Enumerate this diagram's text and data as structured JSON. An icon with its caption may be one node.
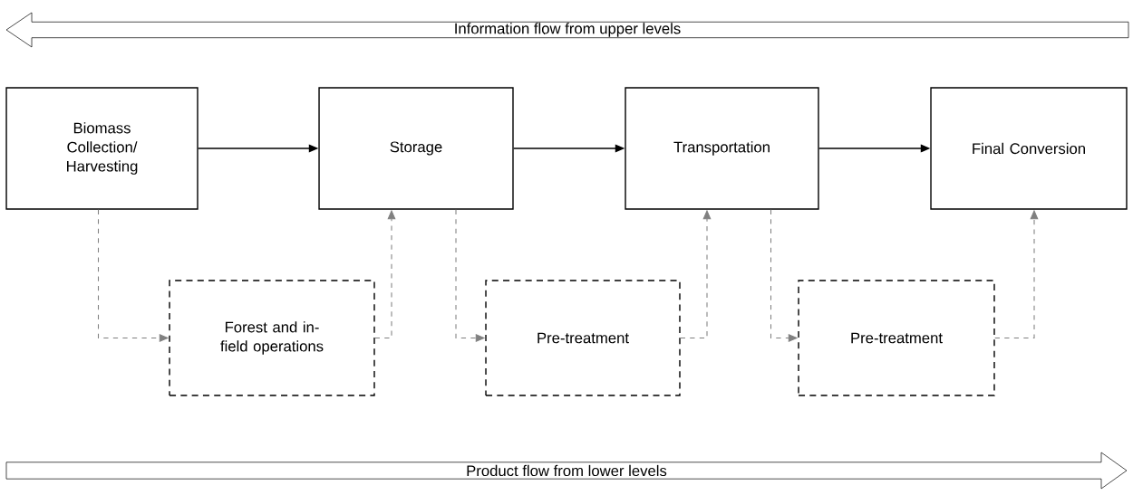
{
  "diagram": {
    "nodes": [
      {
        "text": [
          "Information flow from upper levels"
        ]
      },
      {
        "text": [
          "Biomass Collection/ Harvesting"
        ]
      },
      {
        "text": [
          "Storage"
        ]
      },
      {
        "text": [
          "Transportation"
        ]
      },
      {
        "text": [
          "Final Conversion"
        ]
      },
      {
        "text": [
          "Forest and in-field operations"
        ]
      },
      {
        "text": [
          "Pre-treatment"
        ]
      },
      {
        "text": [
          "Pre-treatment"
        ]
      },
      {
        "text": [
          "Product flow from lower levels"
        ]
      }
    ],
    "edges": [
      {
        "from": 1,
        "to": 2,
        "arrow": "to",
        "color": "#000000"
      },
      {
        "from": 2,
        "to": 3,
        "arrow": "to",
        "color": "#000000"
      },
      {
        "from": 3,
        "to": 4,
        "arrow": "to",
        "color": "#000000"
      },
      {
        "from": 1,
        "to": 5,
        "arrow": "to",
        "style": "dashed"
      },
      {
        "from": 5,
        "to": 2,
        "arrow": "to",
        "style": "dashed"
      },
      {
        "from": 2,
        "to": 6,
        "arrow": "to",
        "style": "dashed"
      },
      {
        "from": 6,
        "to": 3,
        "arrow": "to",
        "style": "dashed"
      },
      {
        "from": 3,
        "to": 7,
        "arrow": "to",
        "style": "dashed"
      },
      {
        "from": 7,
        "to": 4,
        "arrow": "to",
        "style": "dashed"
      }
    ]
  }
}
